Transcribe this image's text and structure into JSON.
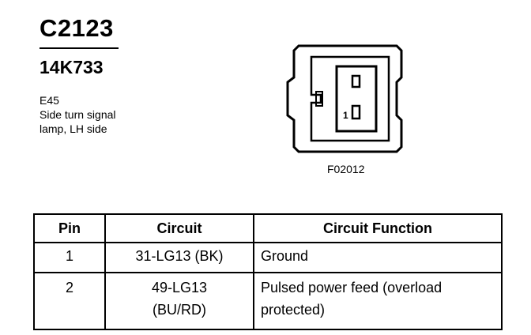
{
  "connector": {
    "id": "C2123",
    "part_number": "14K733",
    "code": "E45",
    "description_line1": "Side turn signal",
    "description_line2": "lamp, LH side"
  },
  "figure": {
    "label": "F02012",
    "pin_marker": "1"
  },
  "table": {
    "headers": [
      "Pin",
      "Circuit",
      "Circuit Function"
    ],
    "rows": [
      {
        "pin": "1",
        "circuit_line1": "31-LG13 (BK)",
        "circuit_line2": "",
        "function_line1": "Ground",
        "function_line2": ""
      },
      {
        "pin": "2",
        "circuit_line1": "49-LG13",
        "circuit_line2": "(BU/RD)",
        "function_line1": "Pulsed power feed (overload",
        "function_line2": "protected)"
      }
    ]
  }
}
